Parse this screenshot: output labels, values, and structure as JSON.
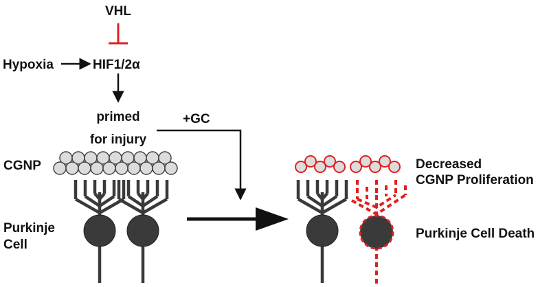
{
  "labels": {
    "vhl": "VHL",
    "hypoxia": "Hypoxia",
    "hif": "HIF1/2α",
    "primed_line1": "primed",
    "primed_line2": "for injury",
    "gc": "+GC",
    "cgnp": "CGNP",
    "purkinje_line1": "Purkinje",
    "purkinje_line2": "Cell",
    "decreased_line1": "Decreased",
    "decreased_line2": "CGNP Proliferation",
    "death": "Purkinje Cell Death"
  },
  "colors": {
    "inhibit": "#e02020",
    "cell_fill": "#3a3a3a",
    "cgnp_fill": "#dcdcdc",
    "text": "#111111"
  }
}
